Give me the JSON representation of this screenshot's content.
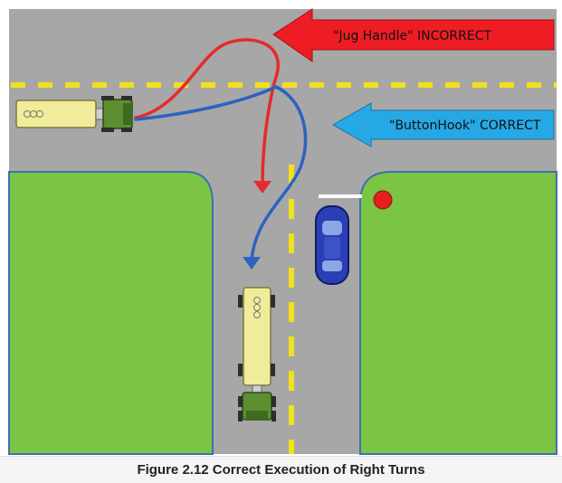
{
  "diagram": {
    "labels": {
      "incorrect": "\"Jug Handle\" INCORRECT",
      "correct": "\"ButtonHook\" CORRECT"
    },
    "caption": "Figure 2.12  Correct Execution of Right Turns"
  },
  "colors": {
    "road": "#a7a7a7",
    "grass": "#7cc444",
    "grass_edge": "#3f6fb0",
    "lane_marking": "#f2e01d",
    "incorrect_path": "#e52b2b",
    "correct_path": "#2e62c0",
    "incorrect_arrow": "#ee1d24",
    "correct_arrow": "#27a8e6",
    "truck_cab": "#5d8f31",
    "truck_trailer": "#f1ec9a",
    "car": "#2a3fb4",
    "stop_sign": "#e81d1d"
  }
}
